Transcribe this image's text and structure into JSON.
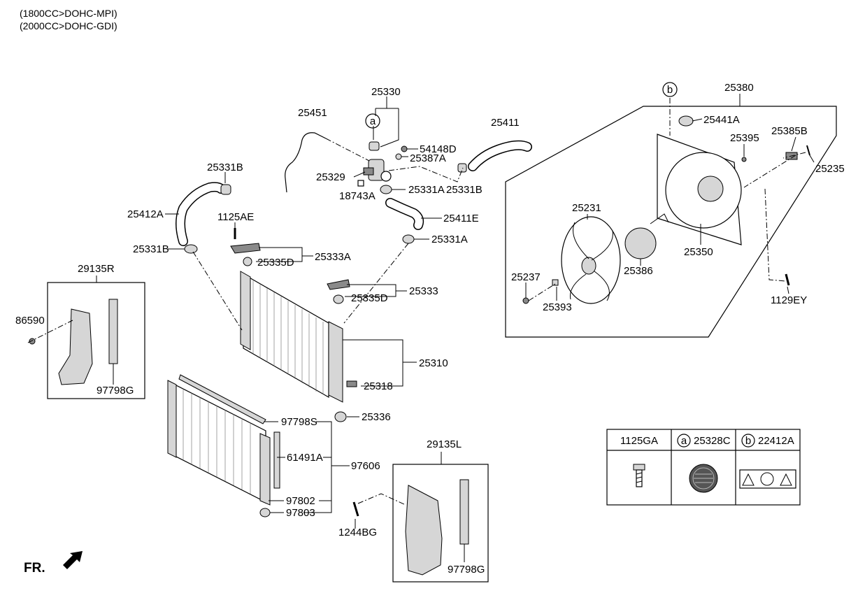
{
  "header": {
    "line1": "(1800CC>DOHC-MPI)",
    "line2": "(2000CC>DOHC-GDI)"
  },
  "labels": {
    "p25330": "25330",
    "p25451": "25451",
    "p25411": "25411",
    "p54148D": "54148D",
    "p25387A": "25387A",
    "p25329": "25329",
    "p18743A": "18743A",
    "p25331A_top": "25331A",
    "p25331B_right": "25331B",
    "p25411E": "25411E",
    "p25331A_mid": "25331A",
    "p25331B_top": "25331B",
    "p25412A": "25412A",
    "p1125AE": "1125AE",
    "p25333A": "25333A",
    "p25335D_top": "25335D",
    "p25331B_left": "25331B",
    "p25333": "25333",
    "p25335D_mid": "25335D",
    "p29135R": "29135R",
    "p86590": "86590",
    "p97798G_left": "97798G",
    "p25310": "25310",
    "p25318": "25318",
    "p25336": "25336",
    "p97798S": "97798S",
    "p61491A": "61491A",
    "p97606": "97606",
    "p97802": "97802",
    "p97803": "97803",
    "p1244BG": "1244BG",
    "p29135L": "29135L",
    "p97798G_right": "97798G",
    "p25380": "25380",
    "p25441A": "25441A",
    "p25395": "25395",
    "p25385B": "25385B",
    "p25235": "25235",
    "p25231": "25231",
    "p25350": "25350",
    "p25386": "25386",
    "p25237": "25237",
    "p25393": "25393",
    "p1129EY": "1129EY",
    "p_front": "FR."
  },
  "callouts": {
    "a": "a",
    "b": "b"
  },
  "legend_table": {
    "col1": "1125GA",
    "col2_circle": "a",
    "col2": "25328C",
    "col3_circle": "b",
    "col3": "22412A"
  }
}
